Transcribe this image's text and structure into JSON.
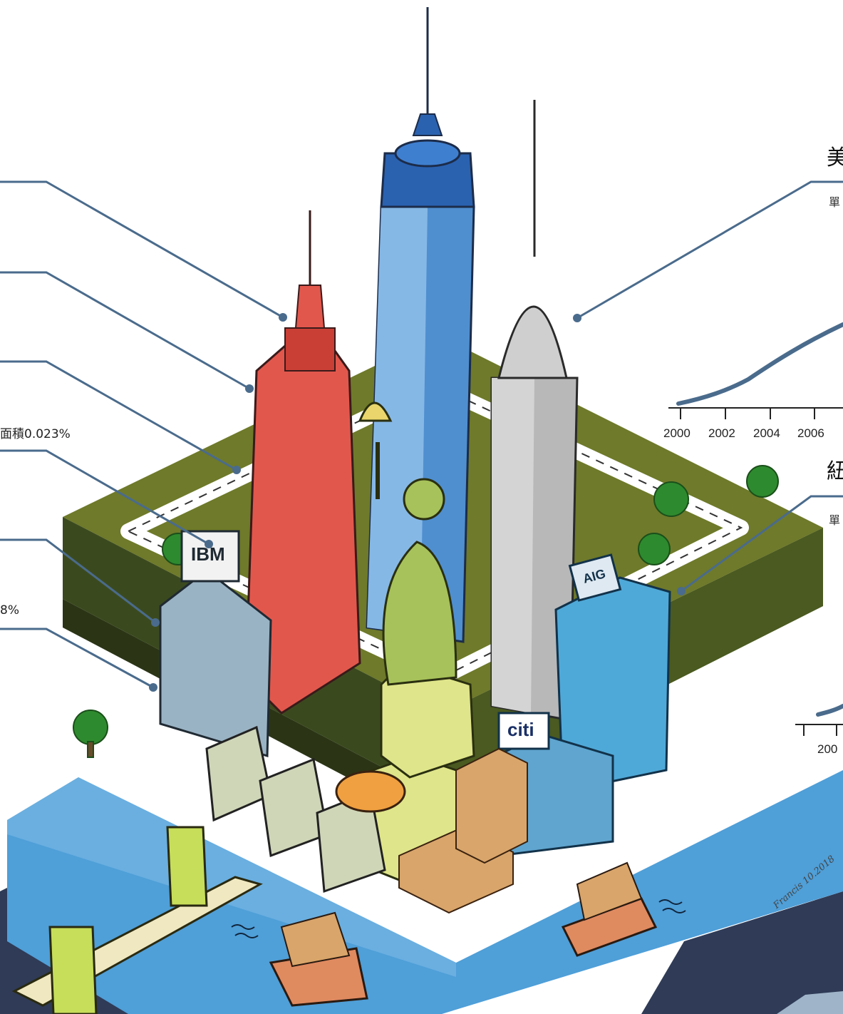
{
  "annotations": {
    "area_note": "面積0.023%",
    "pct_note": "8%"
  },
  "chart_top": {
    "title_fragment": "美",
    "unit_fragment": "單",
    "x_ticks": [
      "2000",
      "2002",
      "2004",
      "2006"
    ]
  },
  "chart_bottom": {
    "title_fragment": "紐",
    "unit_fragment": "單",
    "x_tick_fragment": "200"
  },
  "signs": {
    "ibm": "IBM",
    "aig": "AIG",
    "citi": "citi"
  },
  "signature": "Francis 10.2018",
  "colors": {
    "leader_line": "#4a6b8c",
    "chart_line": "#4a6b8c",
    "water": "#4f9fd8",
    "ground": "#6f7a2a",
    "dark_base": "#2f3b57"
  }
}
